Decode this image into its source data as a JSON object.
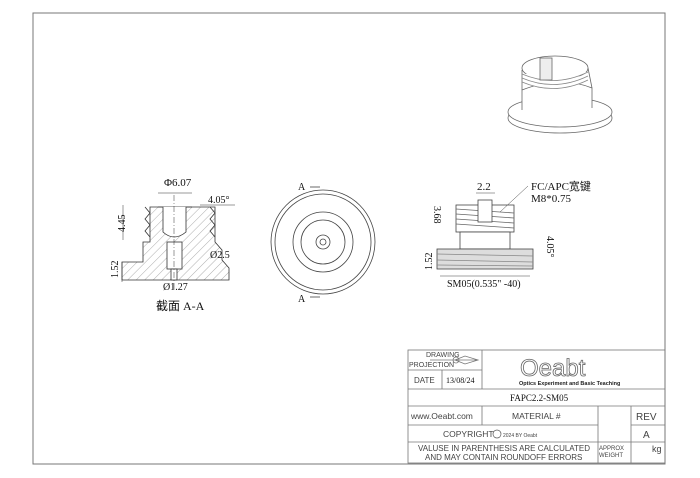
{
  "section_view": {
    "dim_diameter_top": "Φ6.07",
    "dim_angle": "4.05°",
    "dim_height": "4.45",
    "dim_hole": "Ø2.5",
    "dim_base": "1.52",
    "dim_small_hole": "Ø1.27",
    "caption": "截面 A-A"
  },
  "front_view": {
    "section_mark_top": "A",
    "section_mark_bottom": "A"
  },
  "side_view": {
    "dim_slot": "2.2",
    "note_key": "FC/APC宽键",
    "note_thread": "M8*0.75",
    "dim_height": "3.68",
    "dim_base": "1.52",
    "dim_angle": "4.05°",
    "dim_thread": "SM05(0.535\" -40)"
  },
  "title_block": {
    "drawing_label": "DRAWING",
    "projection_label": "PROJECTION",
    "date_label": "DATE",
    "date_value": "13/08/24",
    "logo_text": "Oeabt",
    "logo_tagline": "Optics Experiment and Basic Teaching",
    "part_number": "FAPC2.2-SM05",
    "website": "www.Oeabt.com",
    "material_label": "MATERIAL #",
    "rev_label": "REV",
    "rev_value": "A",
    "copyright_label": "COPYRIGHT",
    "copyright_year": "2024 BY Oeabt",
    "note_line1": "VALUSE IN PARENTHESIS ARE CALCULATED",
    "note_line2": "AND MAY CONTAIN ROUNDOFF ERRORS",
    "weight_label1": "APPROX",
    "weight_label2": "WEIGHT",
    "weight_unit": "kg"
  }
}
